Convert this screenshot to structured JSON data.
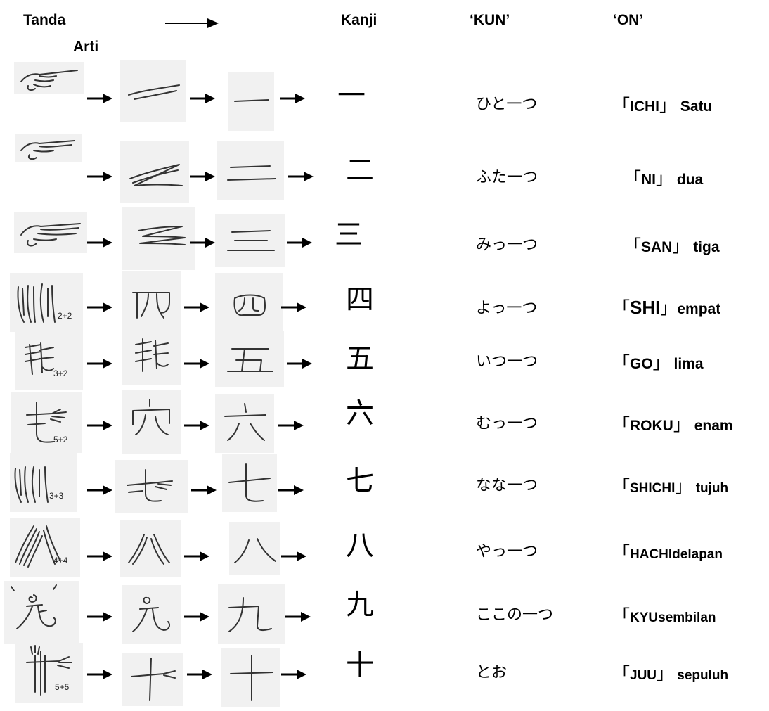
{
  "header": {
    "tanda": "Tanda",
    "arti": "Arti",
    "kanji": "Kanji",
    "kun": "‘KUN’",
    "on": "‘ON’"
  },
  "rows": [
    {
      "kanji": "一",
      "kun": "ひと一つ",
      "on_open": "「",
      "on": "ICHI",
      "on_close": "」",
      "meaning": "Satu",
      "count": ""
    },
    {
      "kanji": "二",
      "kun": "ふた一つ",
      "on_open": "「",
      "on": "NI",
      "on_close": "」",
      "meaning": "dua",
      "count": ""
    },
    {
      "kanji": "三",
      "kun": "みっ一つ",
      "on_open": "「",
      "on": "SAN",
      "on_close": "」",
      "meaning": "tiga",
      "count": ""
    },
    {
      "kanji": "四",
      "kun": "よっ一つ",
      "on_open": "「",
      "on": "SHI",
      "on_close": "」",
      "meaning": "empat",
      "count": "2+2"
    },
    {
      "kanji": "五",
      "kun": "いつ一つ",
      "on_open": "「",
      "on": "GO",
      "on_close": "」",
      "meaning": "lima",
      "count": "3+2"
    },
    {
      "kanji": "六",
      "kun": "むっ一つ",
      "on_open": "「",
      "on": "ROKU",
      "on_close": "」",
      "meaning": "enam",
      "count": "5+2"
    },
    {
      "kanji": "七",
      "kun": "なな一つ",
      "on_open": "「",
      "on": "SHICHI",
      "on_close": "」",
      "meaning": "tujuh",
      "count": "3+3"
    },
    {
      "kanji": "八",
      "kun": "やっ一つ",
      "on_open": "「",
      "on": "HACHI",
      "on_close": "",
      "meaning": "delapan",
      "count": "4+4"
    },
    {
      "kanji": "九",
      "kun": "ここの一つ",
      "on_open": "「",
      "on": "KYU",
      "on_close": "",
      "meaning": "sembilan",
      "count": ""
    },
    {
      "kanji": "十",
      "kun": "とお",
      "on_open": "「",
      "on": "JUU",
      "on_close": "」",
      "meaning": "sepuluh",
      "count": "5+5"
    }
  ]
}
